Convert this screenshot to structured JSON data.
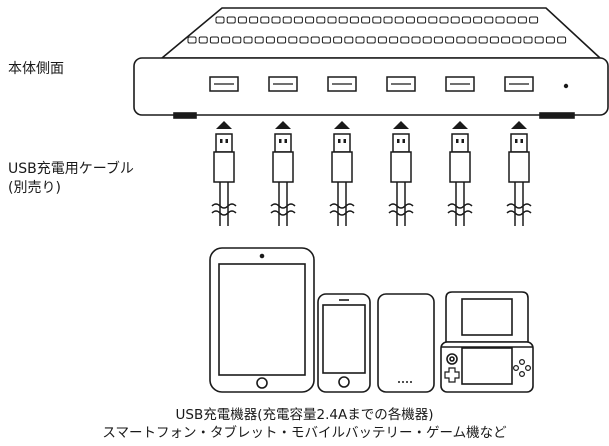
{
  "labels": {
    "body_side": "本体側面",
    "cable_line1": "USB充電用ケーブル",
    "cable_line2": "(別売り)"
  },
  "caption": {
    "line1": "USB充電機器(充電容量2.4Aまでの各機器)",
    "line2": "スマートフォン・タブレット・モバイルバッテリー・ゲーム機など"
  },
  "device": {
    "usb_ports": 6
  },
  "icons": {
    "arrow": "up-arrow-icon",
    "cable": "usb-cable-icon",
    "tablet": "tablet-icon",
    "phone": "smartphone-icon",
    "battery": "mobile-battery-icon",
    "console": "game-console-icon"
  },
  "colors": {
    "line": "#1a1a1a",
    "background": "#ffffff"
  }
}
